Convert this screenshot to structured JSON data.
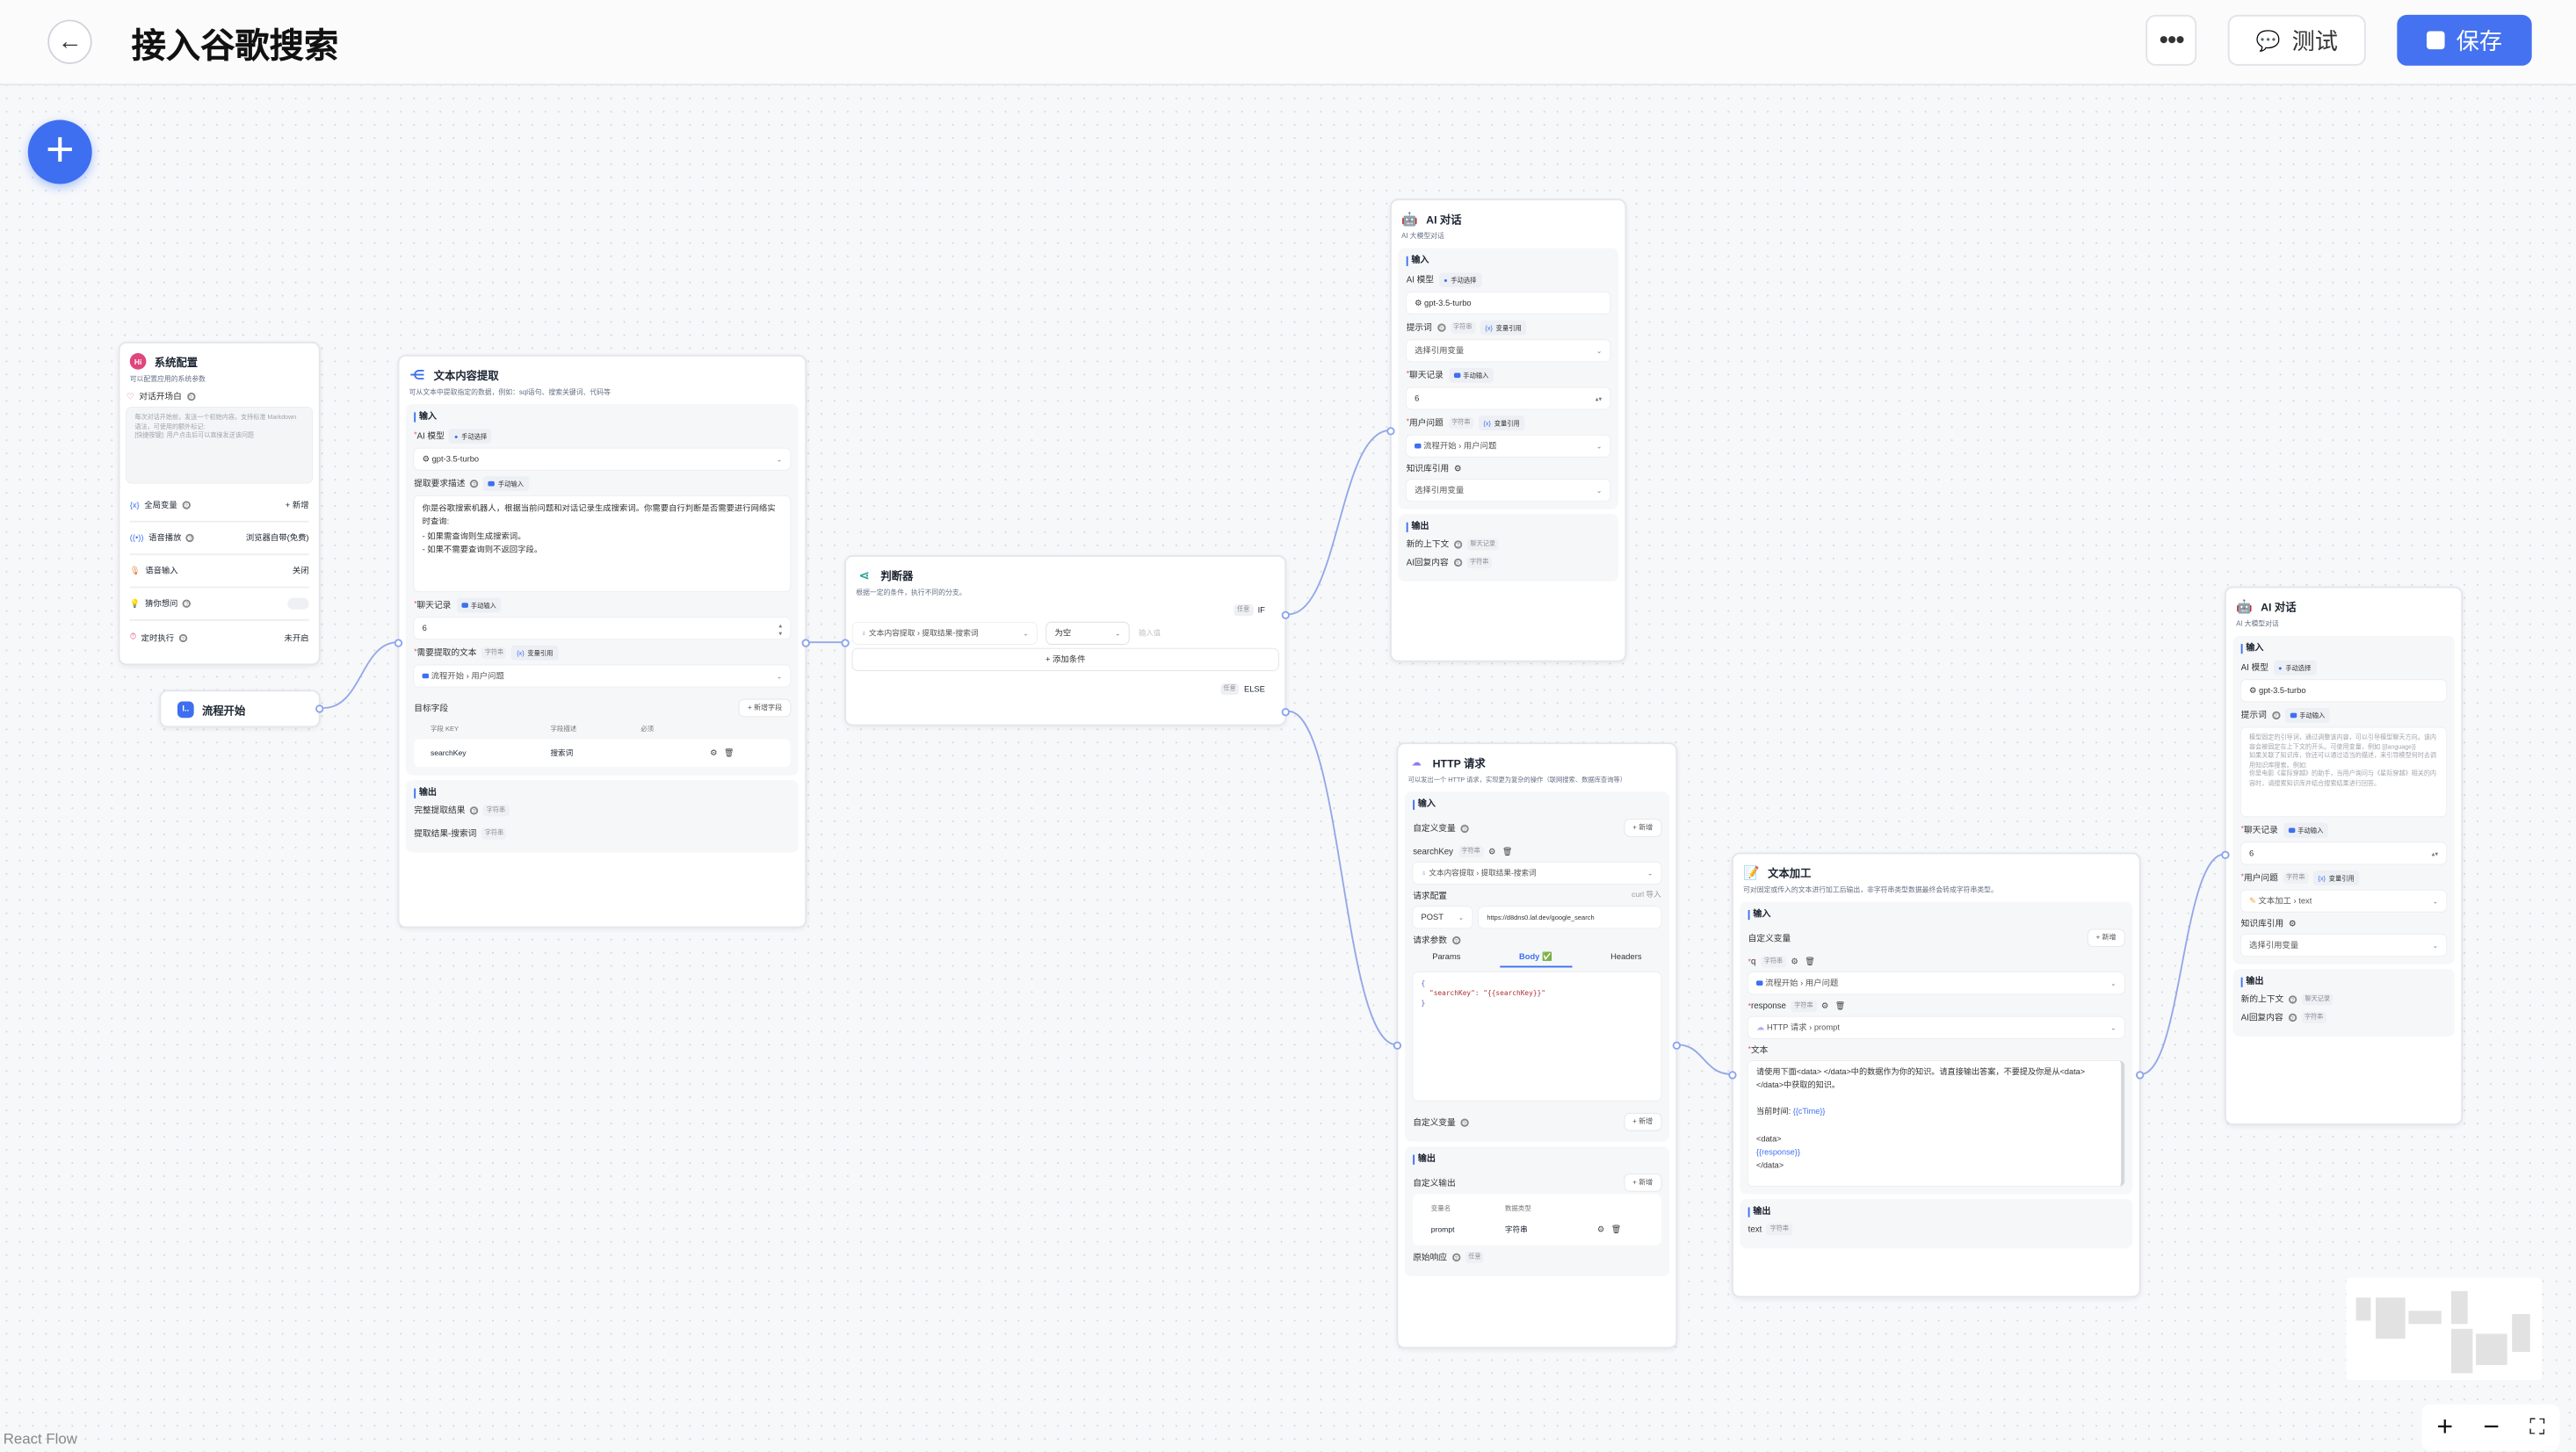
{
  "header": {
    "title": "接入谷歌搜索",
    "back_icon": "arrow-left-icon",
    "more_icon": "more-horizontal-icon",
    "test_label": "测试",
    "save_label": "保存",
    "save_color": "#4472f0"
  },
  "canvas": {
    "react_flow_label": "React Flow",
    "edge_color": "#94a8e8",
    "accent": "#3e6ff0"
  },
  "system_config": {
    "title": "系统配置",
    "desc": "可以配置应用的系统参数",
    "welcome_label": "对话开场白",
    "welcome_placeholder": "每次对话开始前，发送一个初始内容。支持标准 Markdown 语法，可使用的额外标记:\n[快捷按键]: 用户点击后可以直接发送该问题",
    "rows": [
      {
        "label": "全局变量",
        "value": "+ 新增"
      },
      {
        "label": "语音播放",
        "value": "浏览器自带(免费)"
      },
      {
        "label": "语音输入",
        "value": "关闭"
      },
      {
        "label": "猜你想问",
        "toggle": false
      },
      {
        "label": "定时执行",
        "value": "未开启"
      }
    ]
  },
  "flow_start": {
    "title": "流程开始"
  },
  "text_extract": {
    "title": "文本内容提取",
    "desc": "可从文本中提取指定的数据，例如：sql语句、搜索关键词、代码等",
    "input_label": "输入",
    "model_label": "AI 模型",
    "model_mode": "手动选择",
    "model_value": "gpt-3.5-turbo",
    "desc_label": "提取要求描述",
    "desc_mode": "手动输入",
    "desc_value": "你是谷歌搜索机器人，根据当前问题和对话记录生成搜索词。你需要自行判断是否需要进行网络实时查询:\n- 如果需查询则生成搜索词。\n- 如果不需要查询则不返回字段。",
    "history_label": "聊天记录",
    "history_mode": "手动输入",
    "history_value": "6",
    "text_label": "需要提取的文本",
    "text_type": "字符串",
    "text_mode": "变量引用",
    "text_value_node": "流程开始",
    "text_value_field": "用户问题",
    "fields_label": "目标字段",
    "add_field": "+ 新增字段",
    "col_key": "字段 KEY",
    "col_desc": "字段描述",
    "col_required": "必须",
    "fields": [
      {
        "key": "searchKey",
        "desc": "搜索词"
      }
    ],
    "output_label": "输出",
    "outputs": [
      {
        "label": "完整提取结果",
        "type": "字符串"
      },
      {
        "label": "提取结果-搜索词",
        "type": "字符串"
      }
    ]
  },
  "judge": {
    "title": "判断器",
    "desc": "根据一定的条件，执行不同的分支。",
    "if_tag": "任意",
    "if_label": "IF",
    "else_tag": "任意",
    "else_label": "ELSE",
    "cond_node": "文本内容提取",
    "cond_field": "提取结果-搜索词",
    "cond_op": "为空",
    "cond_value_placeholder": "输入值",
    "add_condition": "+ 添加条件"
  },
  "ai_chat_1": {
    "title": "AI 对话",
    "desc": "AI 大模型对话",
    "input_label": "输入",
    "model_label": "AI 模型",
    "model_mode": "手动选择",
    "model_value": "gpt-3.5-turbo",
    "prompt_label": "提示词",
    "prompt_type": "字符串",
    "prompt_mode": "变量引用",
    "prompt_value": "选择引用变量",
    "history_label": "聊天记录",
    "history_mode": "手动输入",
    "history_value": "6",
    "question_label": "用户问题",
    "question_type": "字符串",
    "question_mode": "变量引用",
    "question_node": "流程开始",
    "question_field": "用户问题",
    "kb_label": "知识库引用",
    "kb_value": "选择引用变量",
    "output_label": "输出",
    "outputs": [
      {
        "label": "新的上下文",
        "type": "聊天记录"
      },
      {
        "label": "AI回复内容",
        "type": "字符串"
      }
    ]
  },
  "http": {
    "title": "HTTP 请求",
    "desc": "可以发出一个 HTTP 请求，实现更为复杂的操作（联网搜索、数据库查询等）",
    "input_label": "输入",
    "custom_vars_label": "自定义变量",
    "add_label": "+ 新增",
    "var_name": "searchKey",
    "var_type": "字符串",
    "var_node": "文本内容提取",
    "var_field": "提取结果-搜索词",
    "req_label": "请求配置",
    "curl_import": "curl 导入",
    "method": "POST",
    "url": "https://d8dns0.laf.dev/google_search",
    "params_label": "请求参数",
    "tabs": [
      "Params",
      "Body ✅",
      "Headers"
    ],
    "body_lines": [
      "{",
      "  \"searchKey\": \"{{searchKey}}\"",
      "}"
    ],
    "custom_vars_label_2": "自定义变量",
    "output_label": "输出",
    "custom_output_label": "自定义输出",
    "col_name": "变量名",
    "col_type": "数据类型",
    "outputs": [
      {
        "name": "prompt",
        "type": "字符串"
      }
    ],
    "raw_label": "原始响应",
    "raw_type": "任意"
  },
  "text_proc": {
    "title": "文本加工",
    "desc": "可对固定或传入的文本进行加工后输出，非字符串类型数据最终会转成字符串类型。",
    "input_label": "输入",
    "custom_vars_label": "自定义变量",
    "add_label": "+ 新增",
    "vars": [
      {
        "name": "q",
        "type": "字符串",
        "node": "流程开始",
        "field": "用户问题"
      },
      {
        "name": "response",
        "type": "字符串",
        "node": "HTTP 请求",
        "field": "prompt"
      }
    ],
    "text_label": "文本",
    "text_line1": "请使用下面<data> </data>中的数据作为你的知识。请直接输出答案，不要提及你是从<data> </data>中获取的知识。",
    "time_label": "当前时间: ",
    "time_var": "{{cTime}}",
    "data_open": "<data>",
    "response_var": "{{response}}",
    "data_close": "</data>",
    "output_label": "输出",
    "outputs": [
      {
        "label": "text",
        "type": "字符串"
      }
    ]
  },
  "ai_chat_2": {
    "title": "AI 对话",
    "desc": "AI 大模型对话",
    "input_label": "输入",
    "model_label": "AI 模型",
    "model_mode": "手动选择",
    "model_value": "gpt-3.5-turbo",
    "prompt_label": "提示词",
    "prompt_mode": "手动输入",
    "prompt_placeholder": "模型固定的引导词，通过调整该内容，可以引导模型聊天方向。该内容会被固定在上下文的开头。可使用变量，例如 {{language}}\n如果关联了知识库，你还可以通过适当的描述，来引导模型何时去调用知识库搜索。例如:\n你是电影《星际穿越》的助手，当用户询问与《星际穿越》相关的内容时，请搜索知识库并结合搜索结果进行回答。",
    "history_label": "聊天记录",
    "history_mode": "手动输入",
    "history_value": "6",
    "question_label": "用户问题",
    "question_type": "字符串",
    "question_mode": "变量引用",
    "question_node": "文本加工",
    "question_field": "text",
    "kb_label": "知识库引用",
    "kb_value": "选择引用变量",
    "output_label": "输出",
    "outputs": [
      {
        "label": "新的上下文",
        "type": "聊天记录"
      },
      {
        "label": "AI回复内容",
        "type": "字符串"
      }
    ]
  },
  "controls": {
    "zoom_in": "+",
    "zoom_out": "−",
    "fit_icon": "fit-view-icon"
  }
}
